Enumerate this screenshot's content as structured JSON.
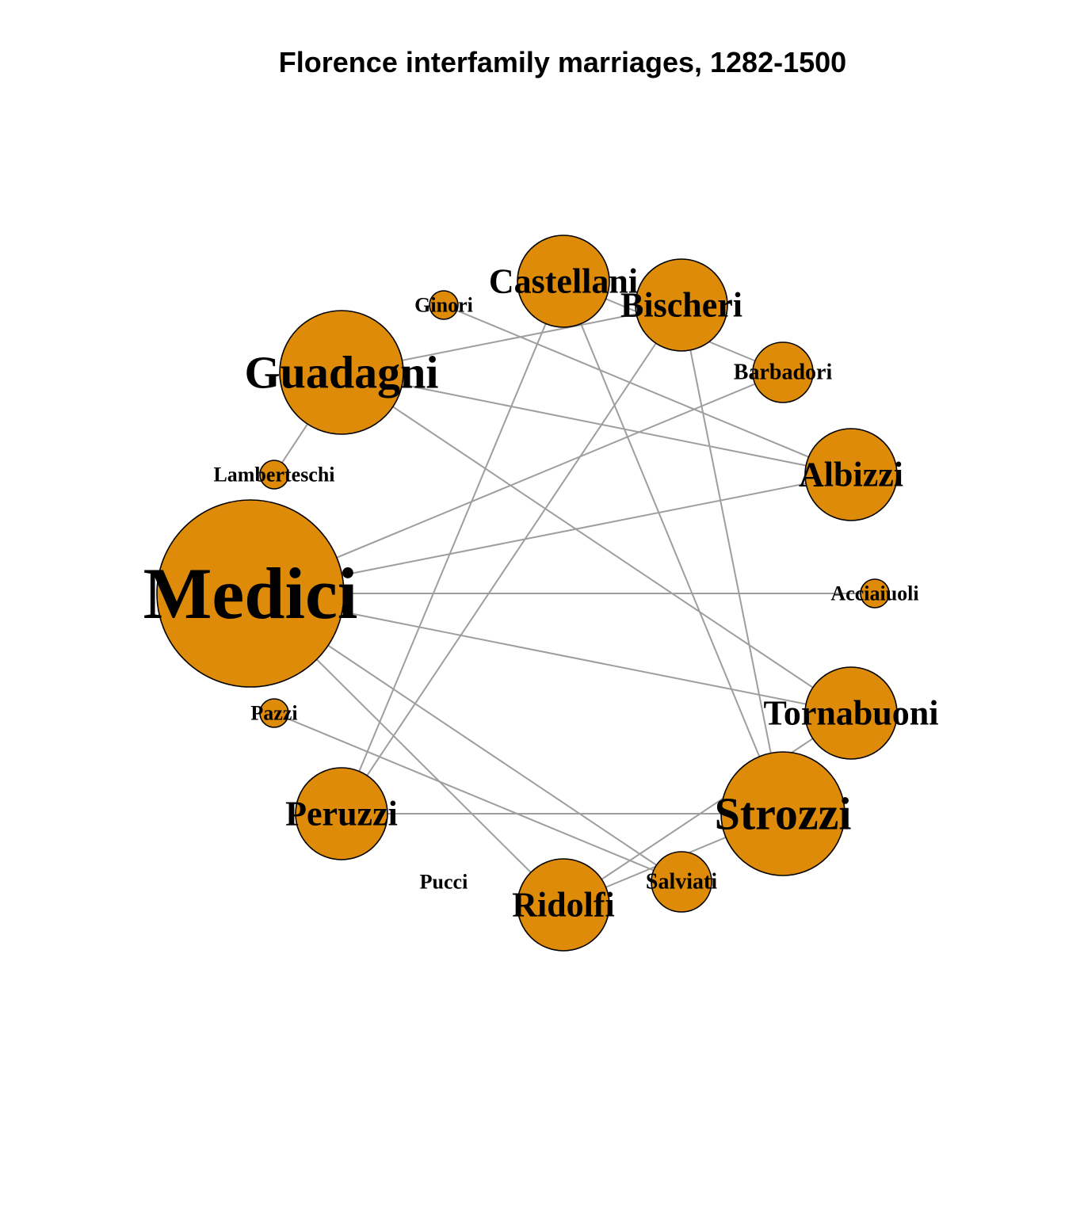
{
  "title": "Florence interfamily marriages, 1282-1500",
  "node_color": "#dd8b09",
  "edge_color": "#9e9e9e",
  "nodes": [
    {
      "id": "Acciaiuoli",
      "label": "Acciaiuoli",
      "degree": 1
    },
    {
      "id": "Albizzi",
      "label": "Albizzi",
      "degree": 3
    },
    {
      "id": "Barbadori",
      "label": "Barbadori",
      "degree": 2
    },
    {
      "id": "Bischeri",
      "label": "Bischeri",
      "degree": 3
    },
    {
      "id": "Castellani",
      "label": "Castellani",
      "degree": 3
    },
    {
      "id": "Ginori",
      "label": "Ginori",
      "degree": 1
    },
    {
      "id": "Guadagni",
      "label": "Guadagni",
      "degree": 4
    },
    {
      "id": "Lamberteschi",
      "label": "Lamberteschi",
      "degree": 1
    },
    {
      "id": "Medici",
      "label": "Medici",
      "degree": 6
    },
    {
      "id": "Pazzi",
      "label": "Pazzi",
      "degree": 1
    },
    {
      "id": "Peruzzi",
      "label": "Peruzzi",
      "degree": 3
    },
    {
      "id": "Pucci",
      "label": "Pucci",
      "degree": 0
    },
    {
      "id": "Ridolfi",
      "label": "Ridolfi",
      "degree": 3
    },
    {
      "id": "Salviati",
      "label": "Salviati",
      "degree": 2
    },
    {
      "id": "Strozzi",
      "label": "Strozzi",
      "degree": 4
    },
    {
      "id": "Tornabuoni",
      "label": "Tornabuoni",
      "degree": 3
    }
  ],
  "edges": [
    [
      "Acciaiuoli",
      "Medici"
    ],
    [
      "Albizzi",
      "Ginori"
    ],
    [
      "Albizzi",
      "Guadagni"
    ],
    [
      "Albizzi",
      "Medici"
    ],
    [
      "Barbadori",
      "Castellani"
    ],
    [
      "Barbadori",
      "Medici"
    ],
    [
      "Bischeri",
      "Guadagni"
    ],
    [
      "Bischeri",
      "Peruzzi"
    ],
    [
      "Bischeri",
      "Strozzi"
    ],
    [
      "Castellani",
      "Peruzzi"
    ],
    [
      "Castellani",
      "Strozzi"
    ],
    [
      "Guadagni",
      "Lamberteschi"
    ],
    [
      "Guadagni",
      "Tornabuoni"
    ],
    [
      "Medici",
      "Ridolfi"
    ],
    [
      "Medici",
      "Salviati"
    ],
    [
      "Medici",
      "Tornabuoni"
    ],
    [
      "Pazzi",
      "Salviati"
    ],
    [
      "Peruzzi",
      "Strozzi"
    ],
    [
      "Ridolfi",
      "Strozzi"
    ],
    [
      "Ridolfi",
      "Tornabuoni"
    ]
  ]
}
